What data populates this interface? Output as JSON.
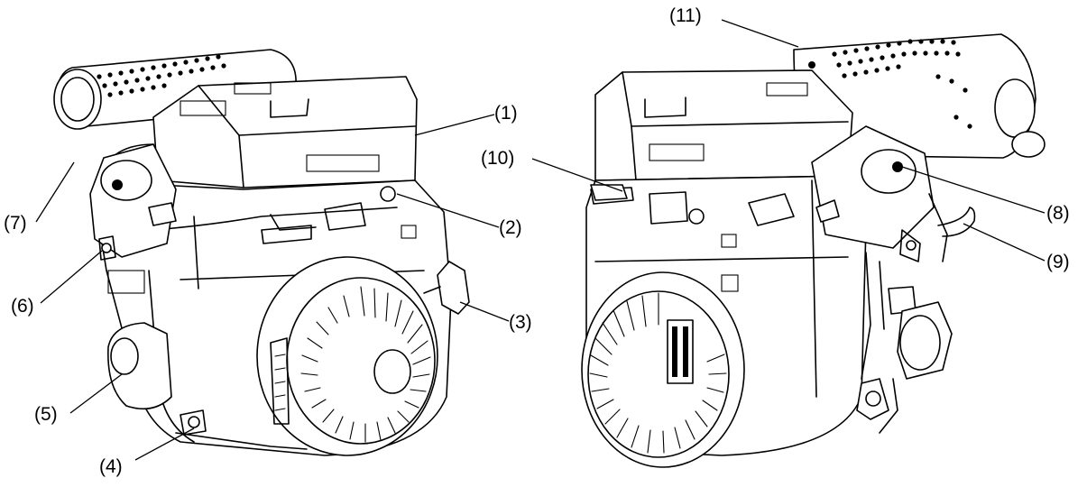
{
  "figure": {
    "left_view": "engine-view-left",
    "right_view": "engine-view-right"
  },
  "callouts": [
    {
      "id": "c1",
      "label": "(1)"
    },
    {
      "id": "c2",
      "label": "(2)"
    },
    {
      "id": "c3",
      "label": "(3)"
    },
    {
      "id": "c4",
      "label": "(4)"
    },
    {
      "id": "c5",
      "label": "(5)"
    },
    {
      "id": "c6",
      "label": "(6)"
    },
    {
      "id": "c7",
      "label": "(7)"
    },
    {
      "id": "c8",
      "label": "(8)"
    },
    {
      "id": "c9",
      "label": "(9)"
    },
    {
      "id": "c10",
      "label": "(10)"
    },
    {
      "id": "c11",
      "label": "(11)"
    }
  ]
}
